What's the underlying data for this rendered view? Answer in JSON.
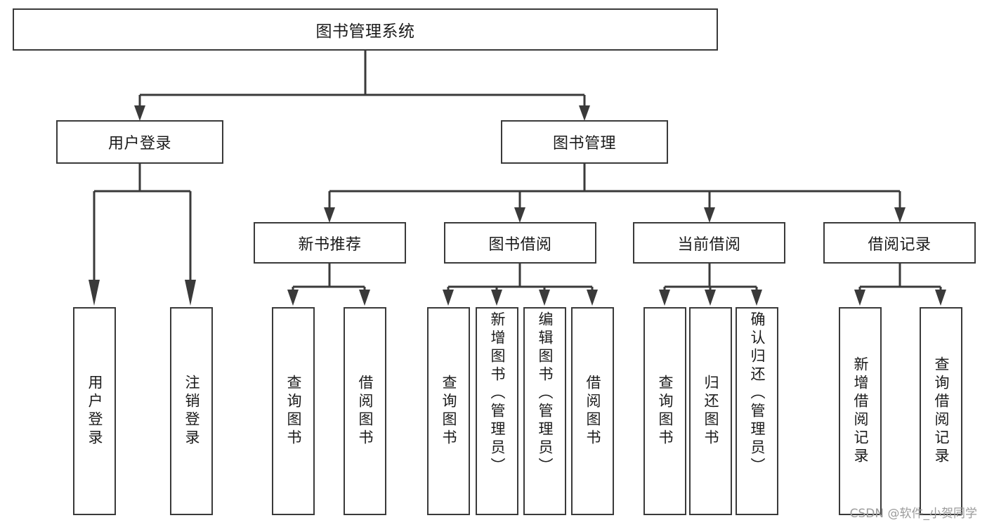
{
  "diagram": {
    "title": "图书管理系统",
    "watermark": "CSDN @软件_小贺同学",
    "stroke_color": "#3a3a3a",
    "background_color": "#ffffff",
    "text_color": "#1b1b1b",
    "type": "tree-hierarchy",
    "nodes": {
      "root": "图书管理系统",
      "user_login": "用户登录",
      "book_management": "图书管理",
      "new_book_recommend": "新书推荐",
      "book_borrow": "图书借阅",
      "current_borrow": "当前借阅",
      "borrow_record": "借阅记录",
      "leaf_user_login": "用户登录",
      "leaf_logout_login": "注销登录",
      "leaf_query_book_1": "查询图书",
      "leaf_borrow_book_1": "借阅图书",
      "leaf_query_book_2": "查询图书",
      "leaf_add_book_admin": "新增图书（管理员）",
      "leaf_edit_book_admin": "编辑图书（管理员）",
      "leaf_borrow_book_2": "借阅图书",
      "leaf_query_book_3": "查询图书",
      "leaf_return_book": "归还图书",
      "leaf_confirm_return_admin": "确认归还（管理员）",
      "leaf_add_borrow_record": "新增借阅记录",
      "leaf_query_borrow_record": "查询借阅记录"
    }
  }
}
